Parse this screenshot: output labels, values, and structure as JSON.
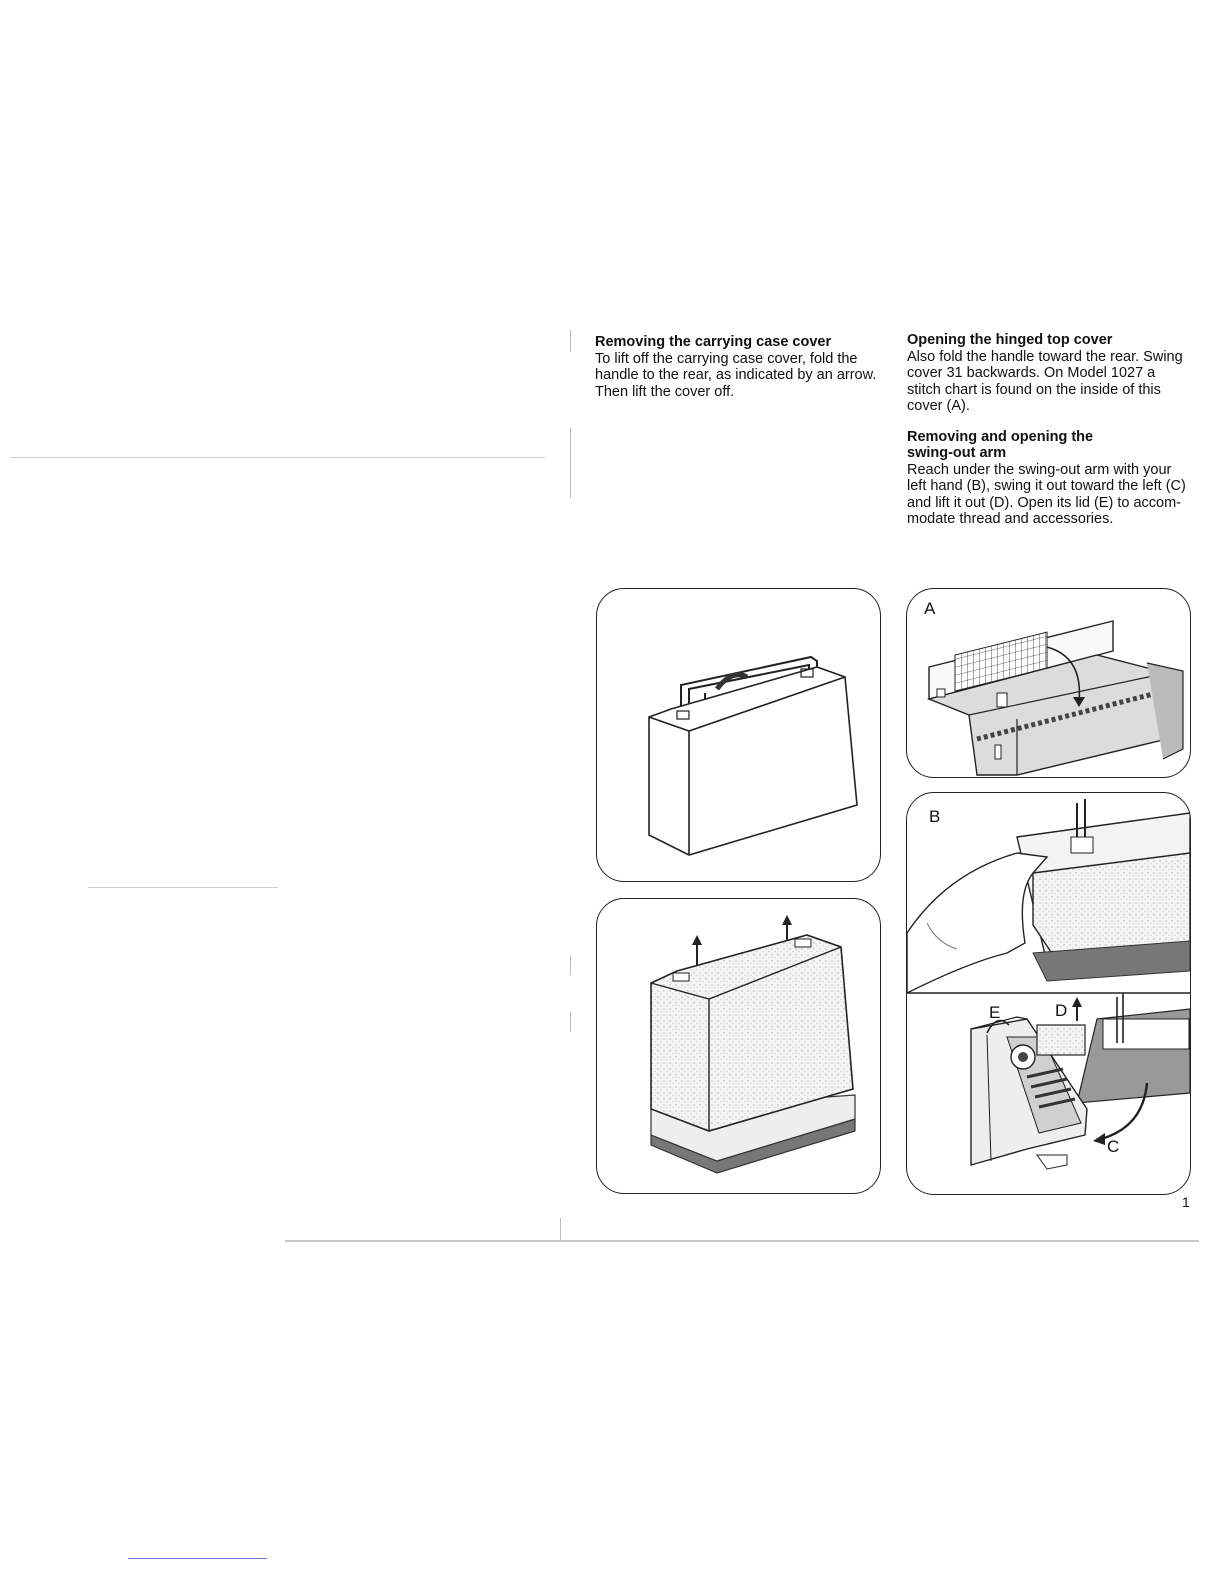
{
  "sections": {
    "carrying_case": {
      "heading": "Removing the carrying case cover",
      "body": "To lift off the carrying case cover, fold the handle to the rear, as indicated by an arrow. Then lift the cover off."
    },
    "top_cover": {
      "heading": "Opening the hinged top cover",
      "body": "Also fold the handle toward the rear. Swing cover 31 backwards. On Model 1027 a stitch chart is found on the inside of this cover (A)."
    },
    "swing_out_arm": {
      "heading": "Removing and opening the swing-out arm",
      "body": "Reach under the swing-out arm with your left hand (B), swing it out toward the left (C) and lift it out (D). Open its lid (E) to accom-modate thread and accessories."
    }
  },
  "figures": {
    "a": "A",
    "b": "B",
    "c": "C",
    "d": "D",
    "e": "E"
  },
  "page_number": "1"
}
